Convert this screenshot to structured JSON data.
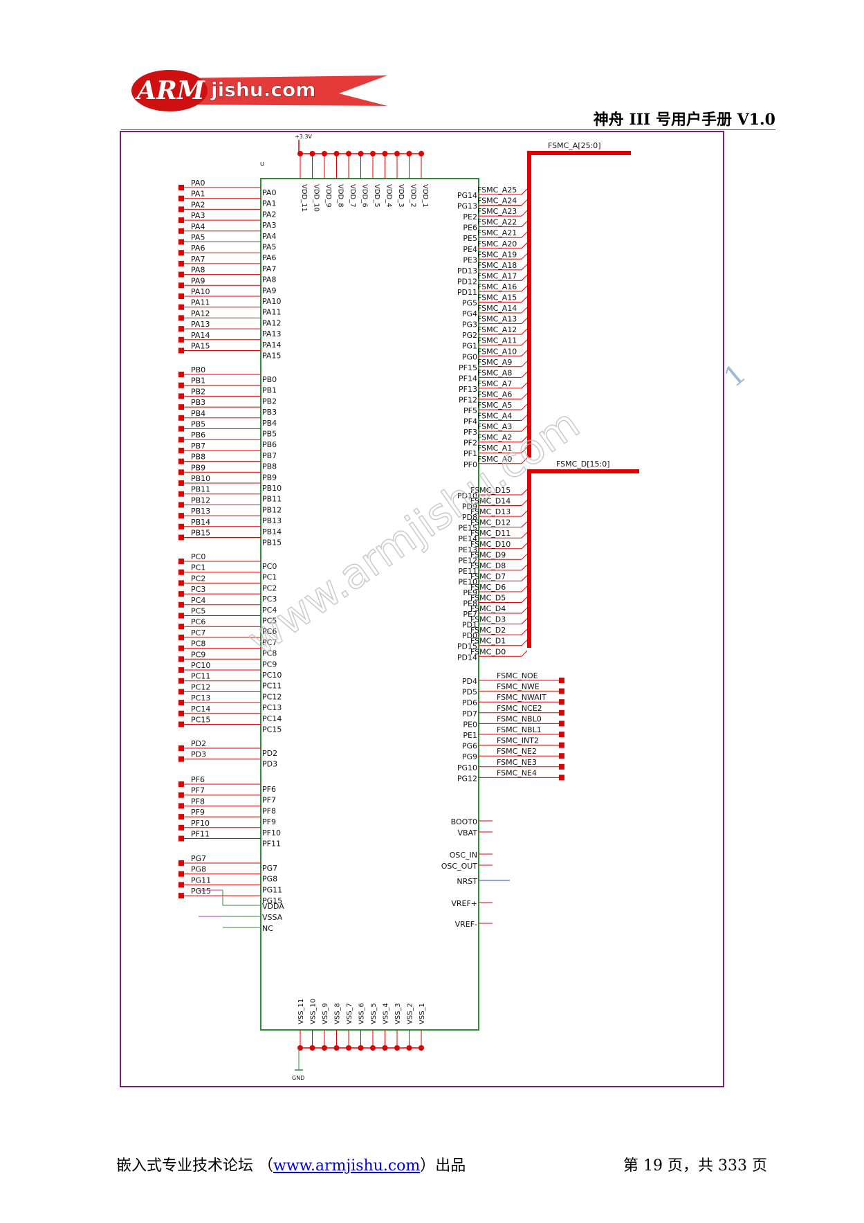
{
  "header": {
    "logo_arm": "ARM",
    "logo_rest": "jishu.com",
    "doc_title": "神舟 III 号用户手册  V1.0"
  },
  "colors": {
    "frame": "#7a1f7a",
    "wire_red": "#e00000",
    "chip_green": "#2e8b3e",
    "text": "#111111",
    "watermark": "#bdbdbd",
    "power": "#b03ab0",
    "nrst": "#2a3fd0"
  },
  "schematic": {
    "designator": "U",
    "power_label": "+3.3V",
    "gnd_label": "GND",
    "watermark": "www.armjishu.com",
    "stray_glyph": "1",
    "vdd_pins": [
      "VDD_11",
      "VDD_10",
      "VDD_9",
      "VDD_8",
      "VDD_7",
      "VDD_6",
      "VDD_5",
      "VDD_4",
      "VDD_3",
      "VDD_2",
      "VDD_1"
    ],
    "vss_pins": [
      "VSS_11",
      "VSS_10",
      "VSS_9",
      "VSS_8",
      "VSS_7",
      "VSS_6",
      "VSS_5",
      "VSS_4",
      "VSS_3",
      "VSS_2",
      "VSS_1"
    ],
    "left_groups": [
      {
        "pins": [
          "PA0",
          "PA1",
          "PA2",
          "PA3",
          "PA4",
          "PA5",
          "PA6",
          "PA7",
          "PA8",
          "PA9",
          "PA10",
          "PA11",
          "PA12",
          "PA13",
          "PA14",
          "PA15"
        ]
      },
      {
        "pins": [
          "PB0",
          "PB1",
          "PB2",
          "PB3",
          "PB4",
          "PB5",
          "PB6",
          "PB7",
          "PB8",
          "PB9",
          "PB10",
          "PB11",
          "PB12",
          "PB13",
          "PB14",
          "PB15"
        ]
      },
      {
        "pins": [
          "PC0",
          "PC1",
          "PC2",
          "PC3",
          "PC4",
          "PC5",
          "PC6",
          "PC7",
          "PC8",
          "PC9",
          "PC10",
          "PC11",
          "PC12",
          "PC13",
          "PC14",
          "PC15"
        ]
      },
      {
        "pins": [
          "PD2",
          "PD3"
        ]
      },
      {
        "pins": [
          "PF6",
          "PF7",
          "PF8",
          "PF9",
          "PF10",
          "PF11"
        ]
      },
      {
        "pins": [
          "PG7",
          "PG8",
          "PG11",
          "PG15"
        ]
      }
    ],
    "left_bottom_pins": [
      "VDDA",
      "VSSA",
      "NC"
    ],
    "addr_bus": {
      "label": "FSMC_A[25:0]",
      "pins": [
        "PG14",
        "PG13",
        "PE2",
        "PE6",
        "PE5",
        "PE4",
        "PE3",
        "PD13",
        "PD12",
        "PD11",
        "PG5",
        "PG4",
        "PG3",
        "PG2",
        "PG1",
        "PG0",
        "PF15",
        "PF14",
        "PF13",
        "PF12",
        "PF5",
        "PF4",
        "PF3",
        "PF2",
        "PF1",
        "PF0"
      ],
      "nets": [
        "FSMC_A25",
        "FSMC_A24",
        "FSMC_A23",
        "FSMC_A22",
        "FSMC_A21",
        "FSMC_A20",
        "FSMC_A19",
        "FSMC_A18",
        "FSMC_A17",
        "FSMC_A16",
        "FSMC_A15",
        "FSMC_A14",
        "FSMC_A13",
        "FSMC_A12",
        "FSMC_A11",
        "FSMC_A10",
        "FSMC_A9",
        "FSMC_A8",
        "FSMC_A7",
        "FSMC_A6",
        "FSMC_A5",
        "FSMC_A4",
        "FSMC_A3",
        "FSMC_A2",
        "FSMC_A1",
        "FSMC_A0"
      ]
    },
    "data_bus": {
      "label": "FSMC_D[15:0]",
      "pins": [
        "PD10",
        "PD9",
        "PD8",
        "PE15",
        "PE14",
        "PE13",
        "PE12",
        "PE11",
        "PE10",
        "PE9",
        "PE8",
        "PE7",
        "PD1",
        "PD0",
        "PD15",
        "PD14"
      ],
      "nets": [
        "FSMC_D15",
        "FSMC_D14",
        "FSMC_D13",
        "FSMC_D12",
        "FSMC_D11",
        "FSMC_D10",
        "FSMC_D9",
        "FSMC_D8",
        "FSMC_D7",
        "FSMC_D6",
        "FSMC_D5",
        "FSMC_D4",
        "FSMC_D3",
        "FSMC_D2",
        "FSMC_D1",
        "FSMC_D0"
      ]
    },
    "ctrl": {
      "pins": [
        "PD4",
        "PD5",
        "PD6",
        "PD7",
        "PE0",
        "PE1",
        "PG6",
        "PG9",
        "PG10",
        "PG12"
      ],
      "nets": [
        "FSMC_NOE",
        "FSMC_NWE",
        "FSMC_NWAIT",
        "FSMC_NCE2",
        "FSMC_NBL0",
        "FSMC_NBL1",
        "FSMC_INT2",
        "FSMC_NE2",
        "FSMC_NE3",
        "FSMC_NE4"
      ]
    },
    "right_bottom_pins": [
      "BOOT0",
      "VBAT",
      "OSC_IN",
      "OSC_OUT",
      "NRST",
      "VREF+",
      "VREF-"
    ]
  },
  "footer": {
    "left_prefix": "嵌入式专业技术论坛 （",
    "link": "www.armjishu.com",
    "left_suffix": "）出品",
    "page_info": "第 19 页，共 333 页"
  }
}
